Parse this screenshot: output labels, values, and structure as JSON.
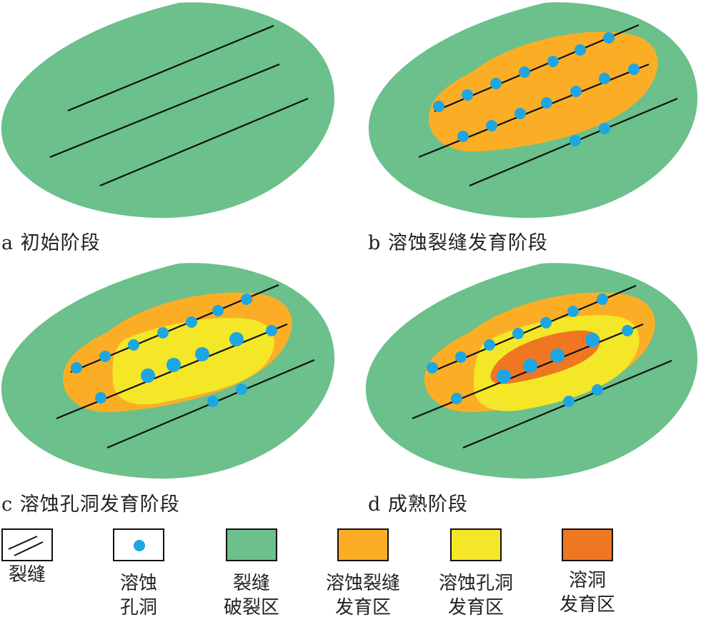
{
  "colors": {
    "green": "#6bc08b",
    "orange": "#fbae25",
    "yellow": "#f4e727",
    "dark_orange": "#f07721",
    "blue": "#1ea6e3",
    "line": "#111111"
  },
  "panels": {
    "a": {
      "caption": "a 初始阶段"
    },
    "b": {
      "caption": "b 溶蚀裂缝发育阶段"
    },
    "c": {
      "caption": "c 溶蚀孔洞发育阶段"
    },
    "d": {
      "caption": "d 成熟阶段"
    }
  },
  "legend": [
    {
      "icon": "fracture-lines-icon",
      "line1": "裂缝",
      "line2": ""
    },
    {
      "icon": "dissolution-pore-dot-icon",
      "line1": "溶蚀",
      "line2": "孔洞"
    },
    {
      "icon": "green-swatch",
      "line1": "裂缝",
      "line2": "破裂区"
    },
    {
      "icon": "orange-swatch",
      "line1": "溶蚀裂缝",
      "line2": "发育区"
    },
    {
      "icon": "yellow-swatch",
      "line1": "溶蚀孔洞",
      "line2": "发育区"
    },
    {
      "icon": "dark-orange-swatch",
      "line1": "溶洞",
      "line2": "发育区"
    }
  ]
}
